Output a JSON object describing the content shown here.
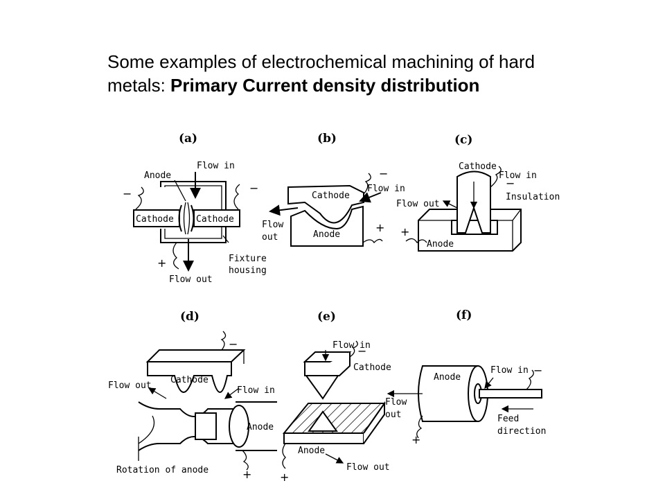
{
  "title": {
    "line1": "Some examples of electrochemical machining of hard",
    "line2_prefix": "metals: ",
    "line2_bold": "Primary Current density distribution"
  },
  "panels": {
    "a": {
      "tag": "(a)",
      "anode": "Anode",
      "flow_in": "Flow in",
      "cathode_left": "Cathode",
      "cathode_right": "Cathode",
      "fixture1": "Fixture",
      "fixture2": "housing",
      "flow_out": "Flow out",
      "plus": "+",
      "minus_left": "−",
      "minus_right": "−"
    },
    "b": {
      "tag": "(b)",
      "cathode": "Cathode",
      "flow_in": "Flow in",
      "flow_out1": "Flow",
      "flow_out2": "out",
      "anode": "Anode",
      "plus": "+",
      "minus": "−"
    },
    "c": {
      "tag": "(c)",
      "cathode": "Cathode",
      "flow_in": "Flow in",
      "insulation": "Insulation",
      "flow_out": "Flow out",
      "anode": "Anode",
      "plus": "+",
      "minus": "−"
    },
    "d": {
      "tag": "(d)",
      "cathode": "Cathode",
      "flow_out": "Flow out",
      "flow_in": "Flow in",
      "anode": "Anode",
      "rotation": "Rotation of anode",
      "plus": "+",
      "minus": "−"
    },
    "e": {
      "tag": "(e)",
      "flow_in": "Flow in",
      "cathode": "Cathode",
      "anode": "Anode",
      "flow_out": "Flow out",
      "plus": "+",
      "minus": "−"
    },
    "f": {
      "tag": "(f)",
      "anode": "Anode",
      "flow_in": "Flow in",
      "flow_out1": "Flow",
      "flow_out2": "out",
      "feed1": "Feed",
      "feed2": "direction",
      "plus": "+",
      "minus": "−"
    }
  }
}
